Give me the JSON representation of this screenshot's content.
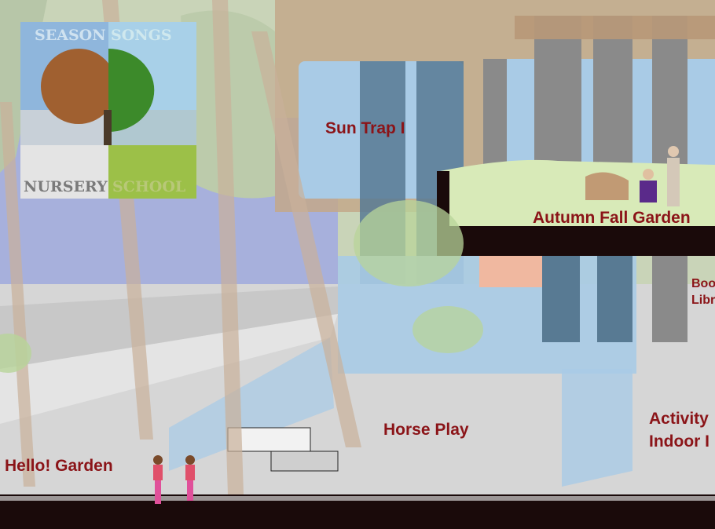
{
  "logo": {
    "top_left": "SEASON",
    "top_right": "SONGS",
    "bottom_left": "NURSERY",
    "bottom_right": "SCHOOL"
  },
  "labels": {
    "sun_trap": "Sun Trap I",
    "autumn_garden": "Autumn Fall Garden",
    "book_library_line1": "Boo",
    "book_library_line2": "Libr",
    "activity_line1": "Activity",
    "activity_line2": "Indoor I",
    "horse_play": "Horse Play",
    "hello_garden": "Hello! Garden"
  },
  "colors": {
    "label": "#8b1418",
    "sky": "#a7b0dc",
    "glass": "#9fc3dd",
    "floor": "#d6d6d6",
    "column": "#587a93"
  }
}
